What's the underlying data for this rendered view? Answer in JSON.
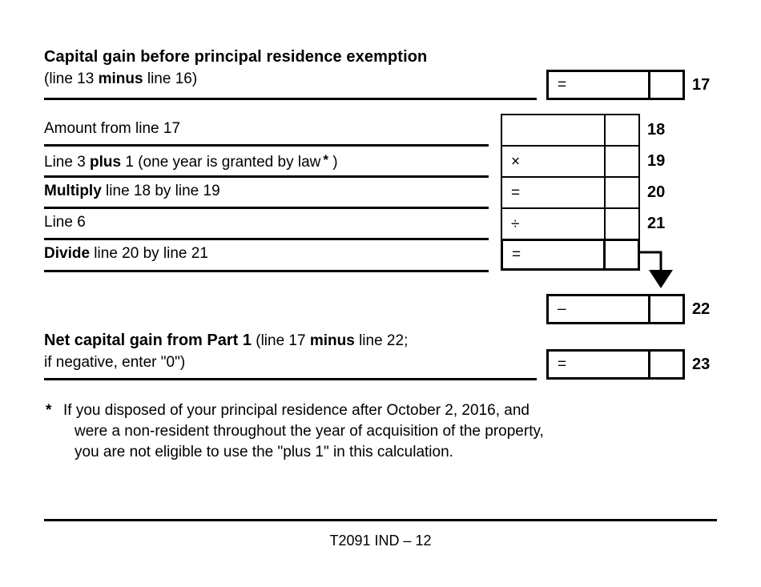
{
  "document": {
    "form_id_footer": "T2091 IND – 12"
  },
  "header": {
    "title": "Capital gain before principal residence exemption",
    "subtitle_parts": {
      "pre": "(line 13 ",
      "bold": "minus",
      "post": " line 16)"
    }
  },
  "rows": [
    {
      "id": "row-17",
      "line_number": "17",
      "operator": "=",
      "value": "",
      "cents": ""
    },
    {
      "id": "row-18",
      "label": "Amount from line 17",
      "line_number": "18",
      "operator": "",
      "value": "",
      "cents": ""
    },
    {
      "id": "row-19",
      "label_pre": "Line 3 ",
      "label_bold": "plus",
      "label_post": " 1 (one year is granted by law",
      "label_star": "*",
      "label_end": " )",
      "line_number": "19",
      "operator": "×",
      "value": "",
      "cents": ""
    },
    {
      "id": "row-20",
      "label_bold": "Multiply",
      "label_post": " line 18 by line 19",
      "line_number": "20",
      "operator": "=",
      "value": "",
      "cents": ""
    },
    {
      "id": "row-21",
      "label": "Line 6",
      "line_number": "21",
      "operator": "÷",
      "value": "",
      "cents": ""
    },
    {
      "id": "row-divide",
      "label_bold": "Divide",
      "label_post": " line 20 by line 21",
      "line_number": "",
      "operator": "=",
      "value": "",
      "cents": ""
    },
    {
      "id": "row-22",
      "line_number": "22",
      "operator": "–",
      "value": "",
      "cents": ""
    },
    {
      "id": "row-23",
      "line_number": "23",
      "operator": "=",
      "value": "",
      "cents": ""
    }
  ],
  "net_gain": {
    "title_bold": "Net capital gain from Part 1",
    "title_mid": " (line 17 ",
    "title_bold2": "minus",
    "title_post": " line 22;",
    "subtitle": "if negative, enter \"0\")"
  },
  "footnote": {
    "marker": "*",
    "line1": "If you disposed of your principal residence after October 2, 2016, and",
    "line2": "were a non-resident throughout the year of acquisition of the property,",
    "line3": "you are not eligible to use the \"plus 1\" in this calculation."
  },
  "colors": {
    "ink": "#000000",
    "paper": "#ffffff"
  }
}
